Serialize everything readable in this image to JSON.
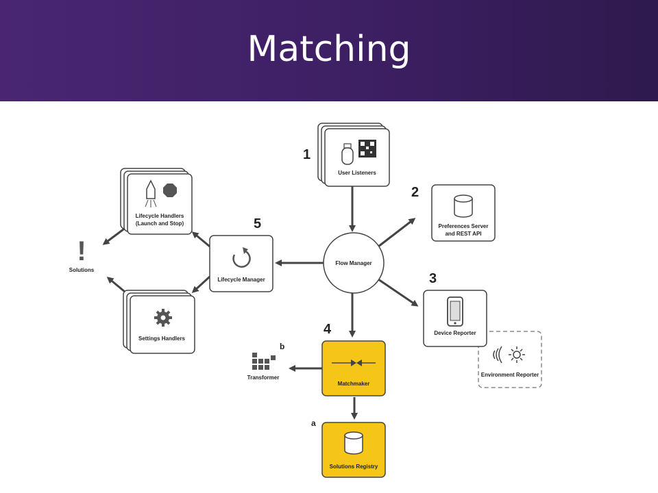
{
  "slide": {
    "title": "Matching"
  },
  "nodes": {
    "user_listeners": "User Listeners",
    "preferences_line1": "Preferences Server",
    "preferences_line2": "and REST API",
    "flow_manager": "Flow Manager",
    "device_reporter": "Device Reporter",
    "environment_reporter": "Environment Reporter",
    "matchmaker": "Matchmaker",
    "solutions_registry": "Solutions Registry",
    "transformer": "Transformer",
    "lifecycle_manager": "Lifecycle Manager",
    "lifecycle_handlers_line1": "Lifecycle Handlers",
    "lifecycle_handlers_line2": "(Launch and Stop)",
    "settings_handlers": "Settings Handlers",
    "solutions": "Solutions",
    "solutions_glyph": "!"
  },
  "markers": {
    "n1": "1",
    "n2": "2",
    "n3": "3",
    "n4": "4",
    "n5": "5",
    "a": "a",
    "b": "b"
  },
  "colors": {
    "header": "#3d1f63",
    "highlight": "#f5c518",
    "stroke": "#444444"
  }
}
